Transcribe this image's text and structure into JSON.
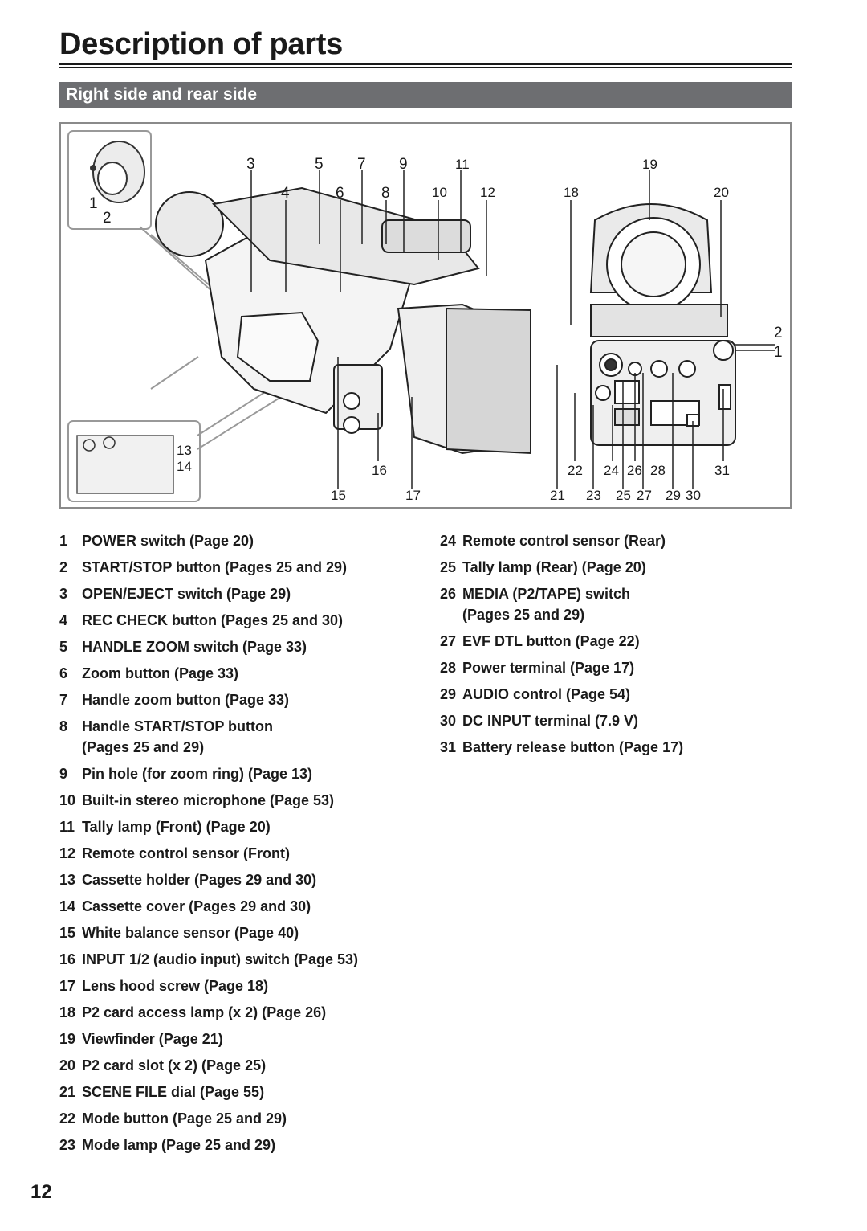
{
  "page_title": "Description of parts",
  "section_title": "Right side and rear side",
  "figure": {
    "callouts": [
      "1",
      "2",
      "3",
      "4",
      "5",
      "6",
      "7",
      "8",
      "9",
      "10",
      "11",
      "12",
      "13",
      "14",
      "15",
      "16",
      "17",
      "18",
      "19",
      "20",
      "21",
      "22",
      "23",
      "24",
      "25",
      "26",
      "27",
      "28",
      "29",
      "30",
      "31"
    ],
    "rear_callouts": [
      "2",
      "1"
    ]
  },
  "items_left": [
    {
      "num": "1",
      "text": "POWER switch (Page 20)"
    },
    {
      "num": "2",
      "text": "START/STOP button (Pages 25 and 29)"
    },
    {
      "num": "3",
      "text": "OPEN/EJECT switch (Page 29)"
    },
    {
      "num": "4",
      "text": "REC CHECK button (Pages 25 and 30)"
    },
    {
      "num": "5",
      "text": "HANDLE ZOOM switch (Page 33)"
    },
    {
      "num": "6",
      "text": "Zoom button (Page 33)"
    },
    {
      "num": "7",
      "text": "Handle zoom button (Page 33)"
    },
    {
      "num": "8",
      "text": "Handle START/STOP button",
      "text2": "(Pages 25 and 29)"
    },
    {
      "num": "9",
      "text": "Pin hole (for zoom ring) (Page 13)"
    },
    {
      "num": "10",
      "text": "Built-in stereo microphone (Page 53)"
    },
    {
      "num": "11",
      "text": "Tally lamp (Front) (Page 20)"
    },
    {
      "num": "12",
      "text": "Remote control sensor (Front)"
    },
    {
      "num": "13",
      "text": "Cassette holder (Pages 29 and 30)"
    },
    {
      "num": "14",
      "text": "Cassette cover (Pages 29 and 30)"
    },
    {
      "num": "15",
      "text": "White balance sensor (Page 40)"
    },
    {
      "num": "16",
      "text": "INPUT 1/2 (audio input) switch (Page 53)"
    },
    {
      "num": "17",
      "text": "Lens hood screw (Page 18)"
    },
    {
      "num": "18",
      "text": "P2 card access lamp (x 2) (Page 26)"
    },
    {
      "num": "19",
      "text": "Viewfinder (Page 21)"
    },
    {
      "num": "20",
      "text": "P2 card slot (x 2) (Page 25)"
    },
    {
      "num": "21",
      "text": "SCENE FILE dial (Page 55)"
    },
    {
      "num": "22",
      "text": "Mode button (Page 25 and 29)"
    },
    {
      "num": "23",
      "text": "Mode lamp (Page 25 and 29)"
    }
  ],
  "items_right": [
    {
      "num": "24",
      "text": "Remote control sensor (Rear)"
    },
    {
      "num": "25",
      "text": "Tally lamp (Rear) (Page 20)"
    },
    {
      "num": "26",
      "text": "MEDIA (P2/TAPE) switch",
      "text2": "(Pages 25 and 29)"
    },
    {
      "num": "27",
      "text": "EVF DTL button (Page 22)"
    },
    {
      "num": "28",
      "text": "Power terminal (Page 17)"
    },
    {
      "num": "29",
      "text": "AUDIO control (Page 54)"
    },
    {
      "num": "30",
      "text": "DC INPUT terminal (7.9 V)"
    },
    {
      "num": "31",
      "text": "Battery release button (Page 17)"
    }
  ],
  "page_number": "12"
}
